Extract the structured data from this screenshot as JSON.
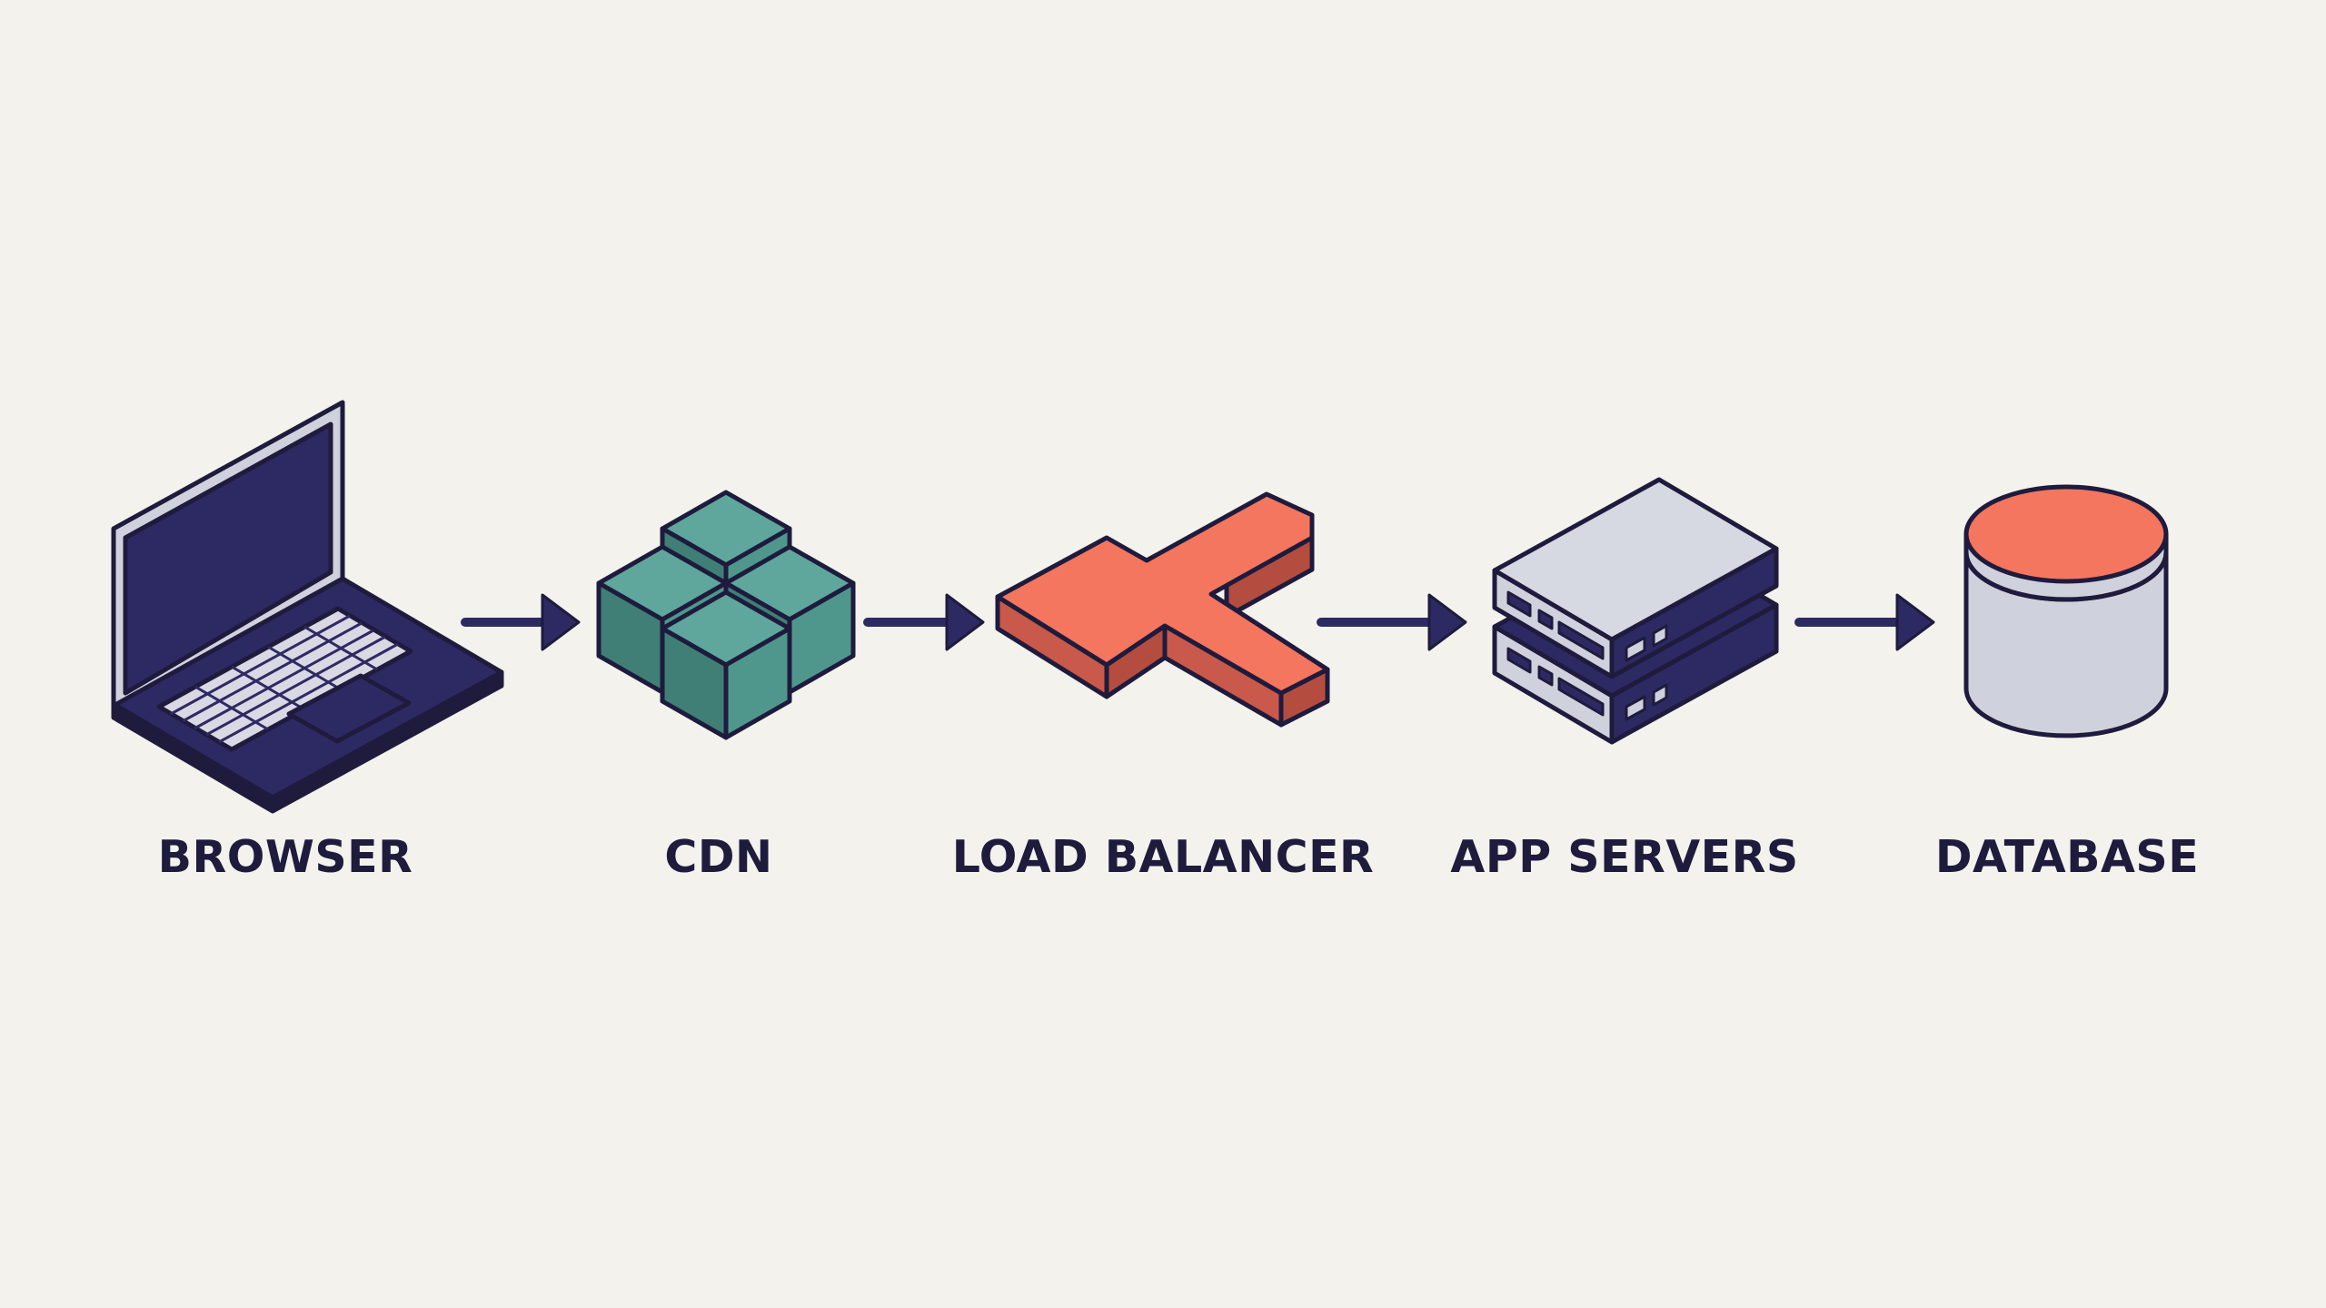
{
  "diagram": {
    "nodes": [
      {
        "id": "browser",
        "label": "BROWSER",
        "icon": "laptop-icon"
      },
      {
        "id": "cdn",
        "label": "CDN",
        "icon": "cubes-icon"
      },
      {
        "id": "load_balancer",
        "label": "LOAD BALANCER",
        "icon": "splitter-icon"
      },
      {
        "id": "app_servers",
        "label": "APP SERVERS",
        "icon": "server-rack-icon"
      },
      {
        "id": "database",
        "label": "DATABASE",
        "icon": "database-icon"
      }
    ],
    "edges": [
      {
        "from": "browser",
        "to": "cdn"
      },
      {
        "from": "cdn",
        "to": "load_balancer"
      },
      {
        "from": "load_balancer",
        "to": "app_servers"
      },
      {
        "from": "app_servers",
        "to": "database"
      }
    ]
  },
  "colors": {
    "background": "#f3f2ed",
    "ink": "#1e1b3d",
    "navy": "#2d2a63",
    "teal": "#4f978c",
    "coral": "#f4765e",
    "silver": "#cfd2dc"
  }
}
